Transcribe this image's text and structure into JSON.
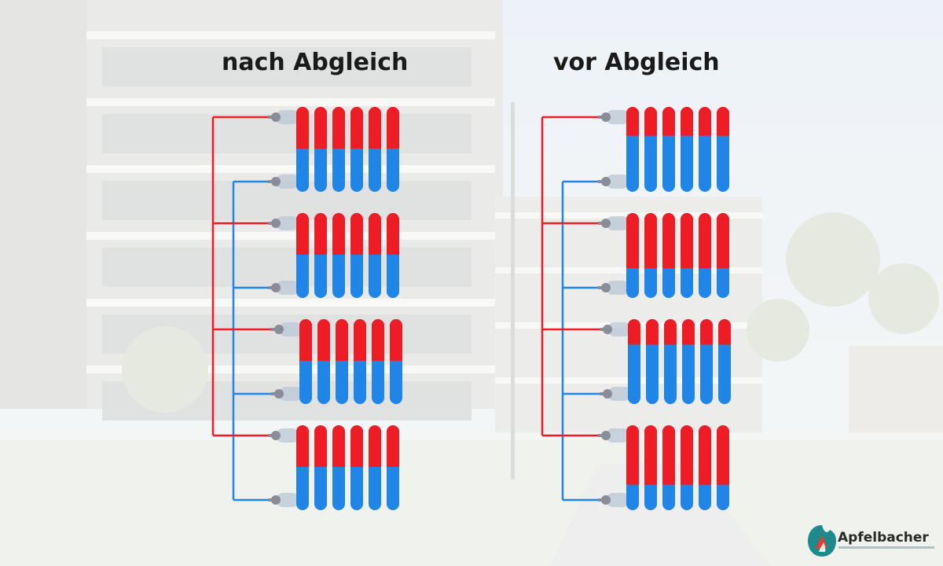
{
  "panels": [
    {
      "title": "nach Abgleich",
      "radiators": [
        {
          "red_fraction": 0.49
        },
        {
          "red_fraction": 0.49
        },
        {
          "red_fraction": 0.49
        },
        {
          "red_fraction": 0.49
        }
      ]
    },
    {
      "title": "vor Abgleich",
      "radiators": [
        {
          "red_fraction": 0.34
        },
        {
          "red_fraction": 0.65
        },
        {
          "red_fraction": 0.3
        },
        {
          "red_fraction": 0.7
        }
      ]
    }
  ],
  "colors": {
    "supply": "#ee1c24",
    "return": "#1f86e8",
    "valve": "#8a8d99",
    "hose": "#b9c7d4"
  },
  "logo": {
    "name": "Apfelbacher"
  }
}
